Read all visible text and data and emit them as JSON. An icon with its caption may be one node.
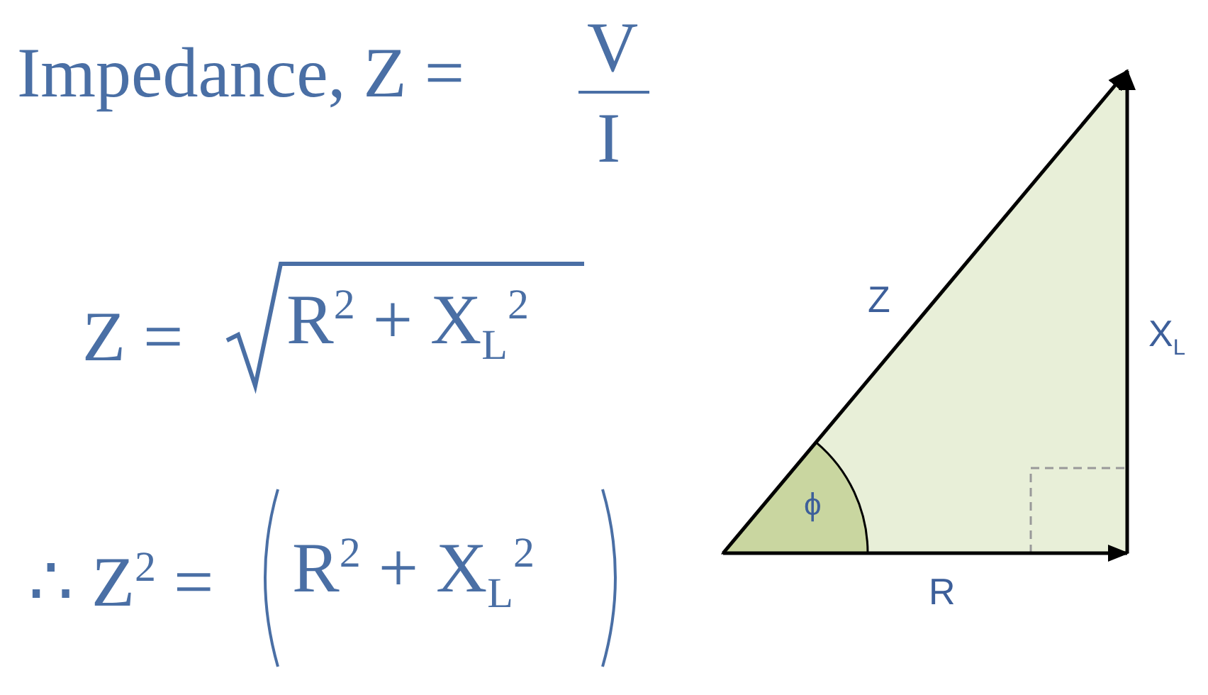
{
  "diagram": {
    "labels": [
      "Impedance, Z =",
      "V",
      "I",
      "Z =",
      "R$^{2}$ + X$_{L}$$^{2}$",
      "∴ Z$^{2}$ =",
      "R$^{2}$ + X$_{L}$$^{2}$",
      "Z",
      "X$_{L}$",
      "ϕ",
      "R"
    ]
  }
}
